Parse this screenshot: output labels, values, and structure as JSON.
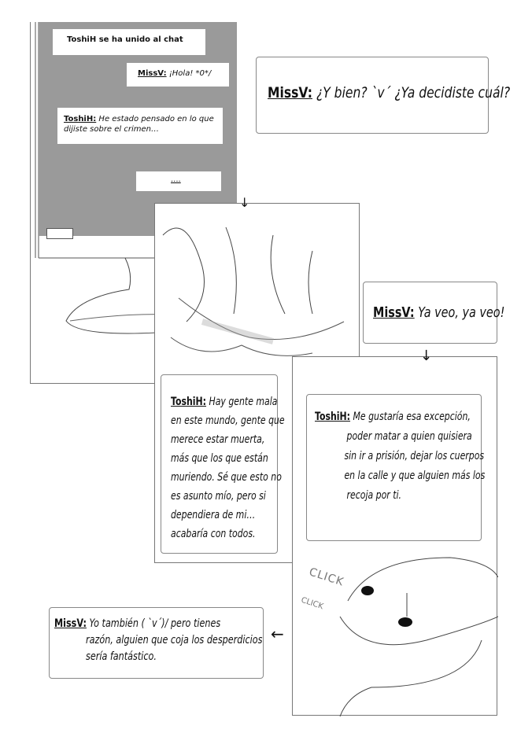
{
  "chat_screen": {
    "join_notice": "ToshiH se ha unido al chat",
    "messages": [
      {
        "speaker": "MissV:",
        "text": "¡Hola! *0*/"
      },
      {
        "speaker": "ToshiH:",
        "text": "He estado pensado en lo que dijiste sobre el crimen…"
      },
      {
        "speaker": "",
        "text": "...."
      }
    ]
  },
  "bubbles": [
    {
      "speaker": "MissV:",
      "text": "¿Y bien? `v´ ¿Ya decidiste cuál?"
    },
    {
      "speaker": "MissV:",
      "text": "Ya veo, ya veo!"
    },
    {
      "speaker": "ToshiH:",
      "lines": [
        "Hay gente mala",
        "en este mundo, gente que",
        "merece estar muerta,",
        "más que los que están",
        "muriendo. Sé que esto no",
        "es asunto mío, pero si",
        "dependiera de mi…",
        "acabaría con todos."
      ]
    },
    {
      "speaker": "ToshiH:",
      "lines": [
        "Me gustaría esa excepción,",
        "poder matar a quien quisiera",
        "sin ir a prisión, dejar los cuerpos",
        "en la calle y que alguien más los",
        "recoja por ti."
      ]
    },
    {
      "speaker": "MissV:",
      "lines": [
        "Yo también ( `v´)/ pero tienes",
        "razón, alguien que coja los desperdicios",
        "sería fantástico."
      ]
    }
  ],
  "sfx": [
    "CLICK",
    "CLICK"
  ],
  "colors": {
    "screen": "#9a9a9a"
  }
}
